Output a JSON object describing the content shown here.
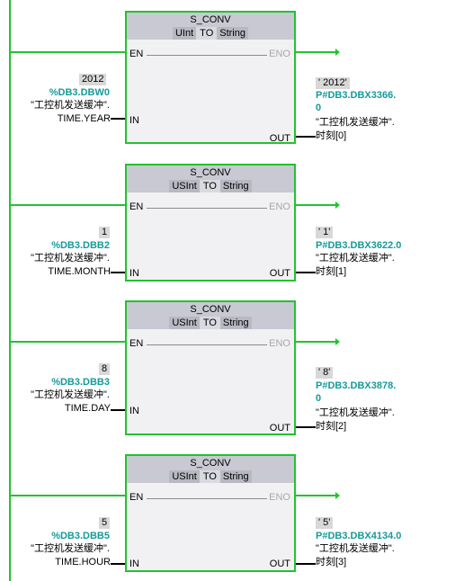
{
  "blocks": [
    {
      "title": "S_CONV",
      "type_in": "UInt",
      "to": "TO",
      "type_out": "String",
      "en": "EN",
      "eno": "ENO",
      "in_pin": "IN",
      "out_pin": "OUT",
      "in_value": "2012",
      "in_addr": "%DB3.DBW0",
      "in_name": "\"工控机发送缓冲\".",
      "in_field": "TIME.YEAR",
      "out_value": "' 2012'",
      "out_addr1": "P#DB3.DBX3366.",
      "out_addr2": "0",
      "out_name": "\"工控机发送缓冲\".",
      "out_field": "时刻[0]"
    },
    {
      "title": "S_CONV",
      "type_in": "USInt",
      "to": "TO",
      "type_out": "String",
      "en": "EN",
      "eno": "ENO",
      "in_pin": "IN",
      "out_pin": "OUT",
      "in_value": "1",
      "in_addr": "%DB3.DBB2",
      "in_name": "\"工控机发送缓冲\".",
      "in_field": "TIME.MONTH",
      "out_value": "'  1'",
      "out_addr1": "P#DB3.DBX3622.0",
      "out_addr2": "",
      "out_name": "\"工控机发送缓冲\".",
      "out_field": "时刻[1]"
    },
    {
      "title": "S_CONV",
      "type_in": "USInt",
      "to": "TO",
      "type_out": "String",
      "en": "EN",
      "eno": "ENO",
      "in_pin": "IN",
      "out_pin": "OUT",
      "in_value": "8",
      "in_addr": "%DB3.DBB3",
      "in_name": "\"工控机发送缓冲\".",
      "in_field": "TIME.DAY",
      "out_value": "'  8'",
      "out_addr1": "P#DB3.DBX3878.",
      "out_addr2": "0",
      "out_name": "\"工控机发送缓冲\".",
      "out_field": "时刻[2]"
    },
    {
      "title": "S_CONV",
      "type_in": "USInt",
      "to": "TO",
      "type_out": "String",
      "en": "EN",
      "eno": "ENO",
      "in_pin": "IN",
      "out_pin": "OUT",
      "in_value": "5",
      "in_addr": "%DB3.DBB5",
      "in_name": "\"工控机发送缓冲\".",
      "in_field": "TIME.HOUR",
      "out_value": "'  5'",
      "out_addr1": "P#DB3.DBX4134.0",
      "out_addr2": "",
      "out_name": "\"工控机发送缓冲\".",
      "out_field": "时刻[3]"
    }
  ],
  "colors": {
    "wire": "#22c32e",
    "address": "#169a9a",
    "block_bg": "#f1f1f3",
    "block_head": "#c8c9d2"
  }
}
